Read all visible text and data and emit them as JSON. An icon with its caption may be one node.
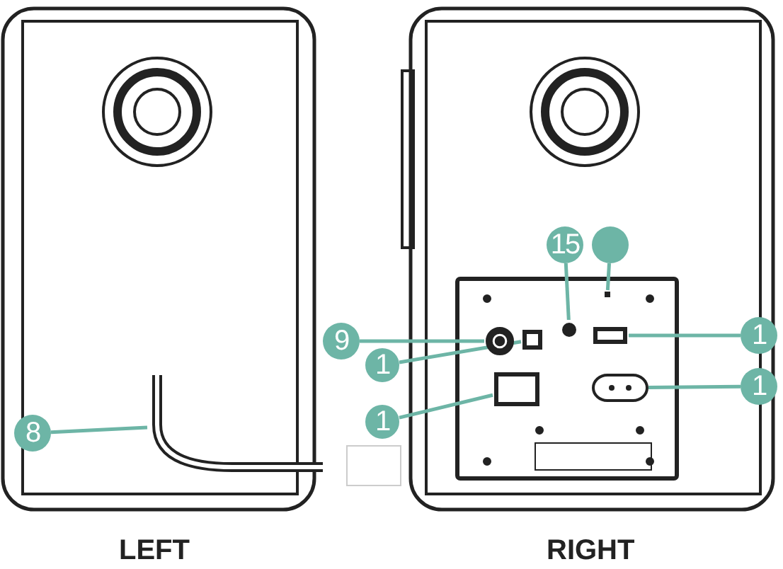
{
  "diagram": {
    "nodes": [
      {
        "text": [
          "8"
        ]
      },
      {
        "text": [],
        "shape": "cable"
      },
      {
        "text": [
          "9"
        ]
      },
      {
        "text": [],
        "shape": "circle"
      },
      {
        "text": [
          "1"
        ]
      },
      {
        "text": [],
        "shape": "box"
      },
      {
        "text": [
          "1"
        ]
      },
      {
        "text": [],
        "shape": "box"
      },
      {
        "text": [
          "15"
        ]
      },
      {
        "text": [],
        "shape": "circle"
      },
      {
        "text": [],
        "shape": "circle"
      },
      {
        "text": [],
        "shape": "box"
      },
      {
        "text": [
          "1"
        ]
      },
      {
        "text": [],
        "shape": "box"
      },
      {
        "text": [
          "1"
        ]
      },
      {
        "text": [],
        "shape": "oval"
      }
    ],
    "edges": [
      {
        "from": 0,
        "to": 1,
        "arrow": "none"
      },
      {
        "from": 2,
        "to": 3,
        "arrow": "none"
      },
      {
        "from": 4,
        "to": 5,
        "arrow": "none"
      },
      {
        "from": 6,
        "to": 7,
        "arrow": "none"
      },
      {
        "from": 8,
        "to": 9,
        "arrow": "none"
      },
      {
        "from": 10,
        "to": 11,
        "arrow": "none"
      },
      {
        "from": 12,
        "to": 13,
        "arrow": "none"
      },
      {
        "from": 14,
        "to": 15,
        "arrow": "none"
      }
    ],
    "labels": [
      "LEFT",
      "RIGHT"
    ]
  }
}
